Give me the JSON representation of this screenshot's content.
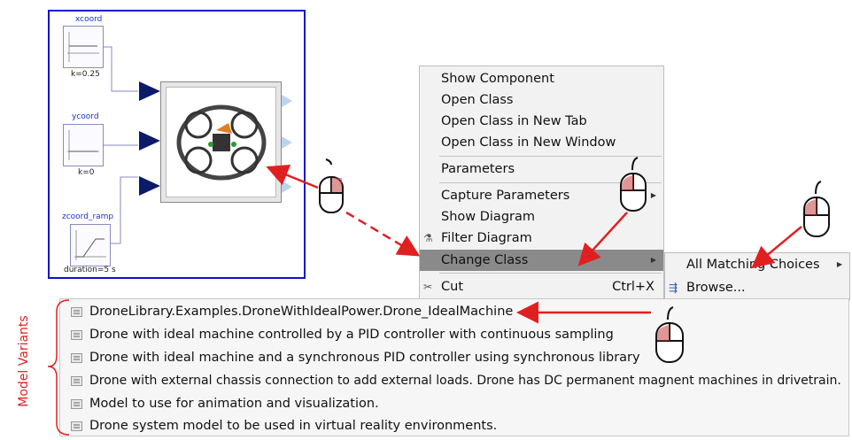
{
  "diagram": {
    "blocks": [
      {
        "name": "xcoord",
        "param": "k=0.25"
      },
      {
        "name": "ycoord",
        "param": "k=0"
      },
      {
        "name": "zcoord_ramp",
        "param": "duration=5 s"
      }
    ]
  },
  "context_menu": {
    "items": [
      {
        "label": "Show Component"
      },
      {
        "label": "Open Class"
      },
      {
        "label": "Open Class in New Tab"
      },
      {
        "label": "Open Class in New Window"
      },
      {
        "label": "Parameters"
      },
      {
        "label": "Capture Parameters"
      },
      {
        "label": "Show Diagram"
      },
      {
        "label": "Filter Diagram"
      },
      {
        "label": "Change Class",
        "highlighted": true
      },
      {
        "label": "Cut",
        "shortcut": "Ctrl+X"
      }
    ]
  },
  "submenu": {
    "items": [
      {
        "label": "All Matching Choices"
      },
      {
        "label": "Browse..."
      }
    ]
  },
  "variants": {
    "label": "Model Variants",
    "items": [
      "DroneLibrary.Examples.DroneWithIdealPower.Drone_IdealMachine",
      "Drone with ideal machine controlled by a PID controller with continuous sampling",
      "Drone with ideal machine and a synchronous PID controller using synchronous library",
      "Drone with external chassis connection to add external loads. Drone has DC permanent magnent machines in drivetrain.",
      "Model to use for animation and visualization.",
      "Drone system model to be used in virtual reality environments."
    ]
  },
  "colors": {
    "annotation": "#e02020",
    "diagram_border": "#1010d0",
    "port": "#0c1a6a",
    "highlight": "#8a8a8a"
  }
}
